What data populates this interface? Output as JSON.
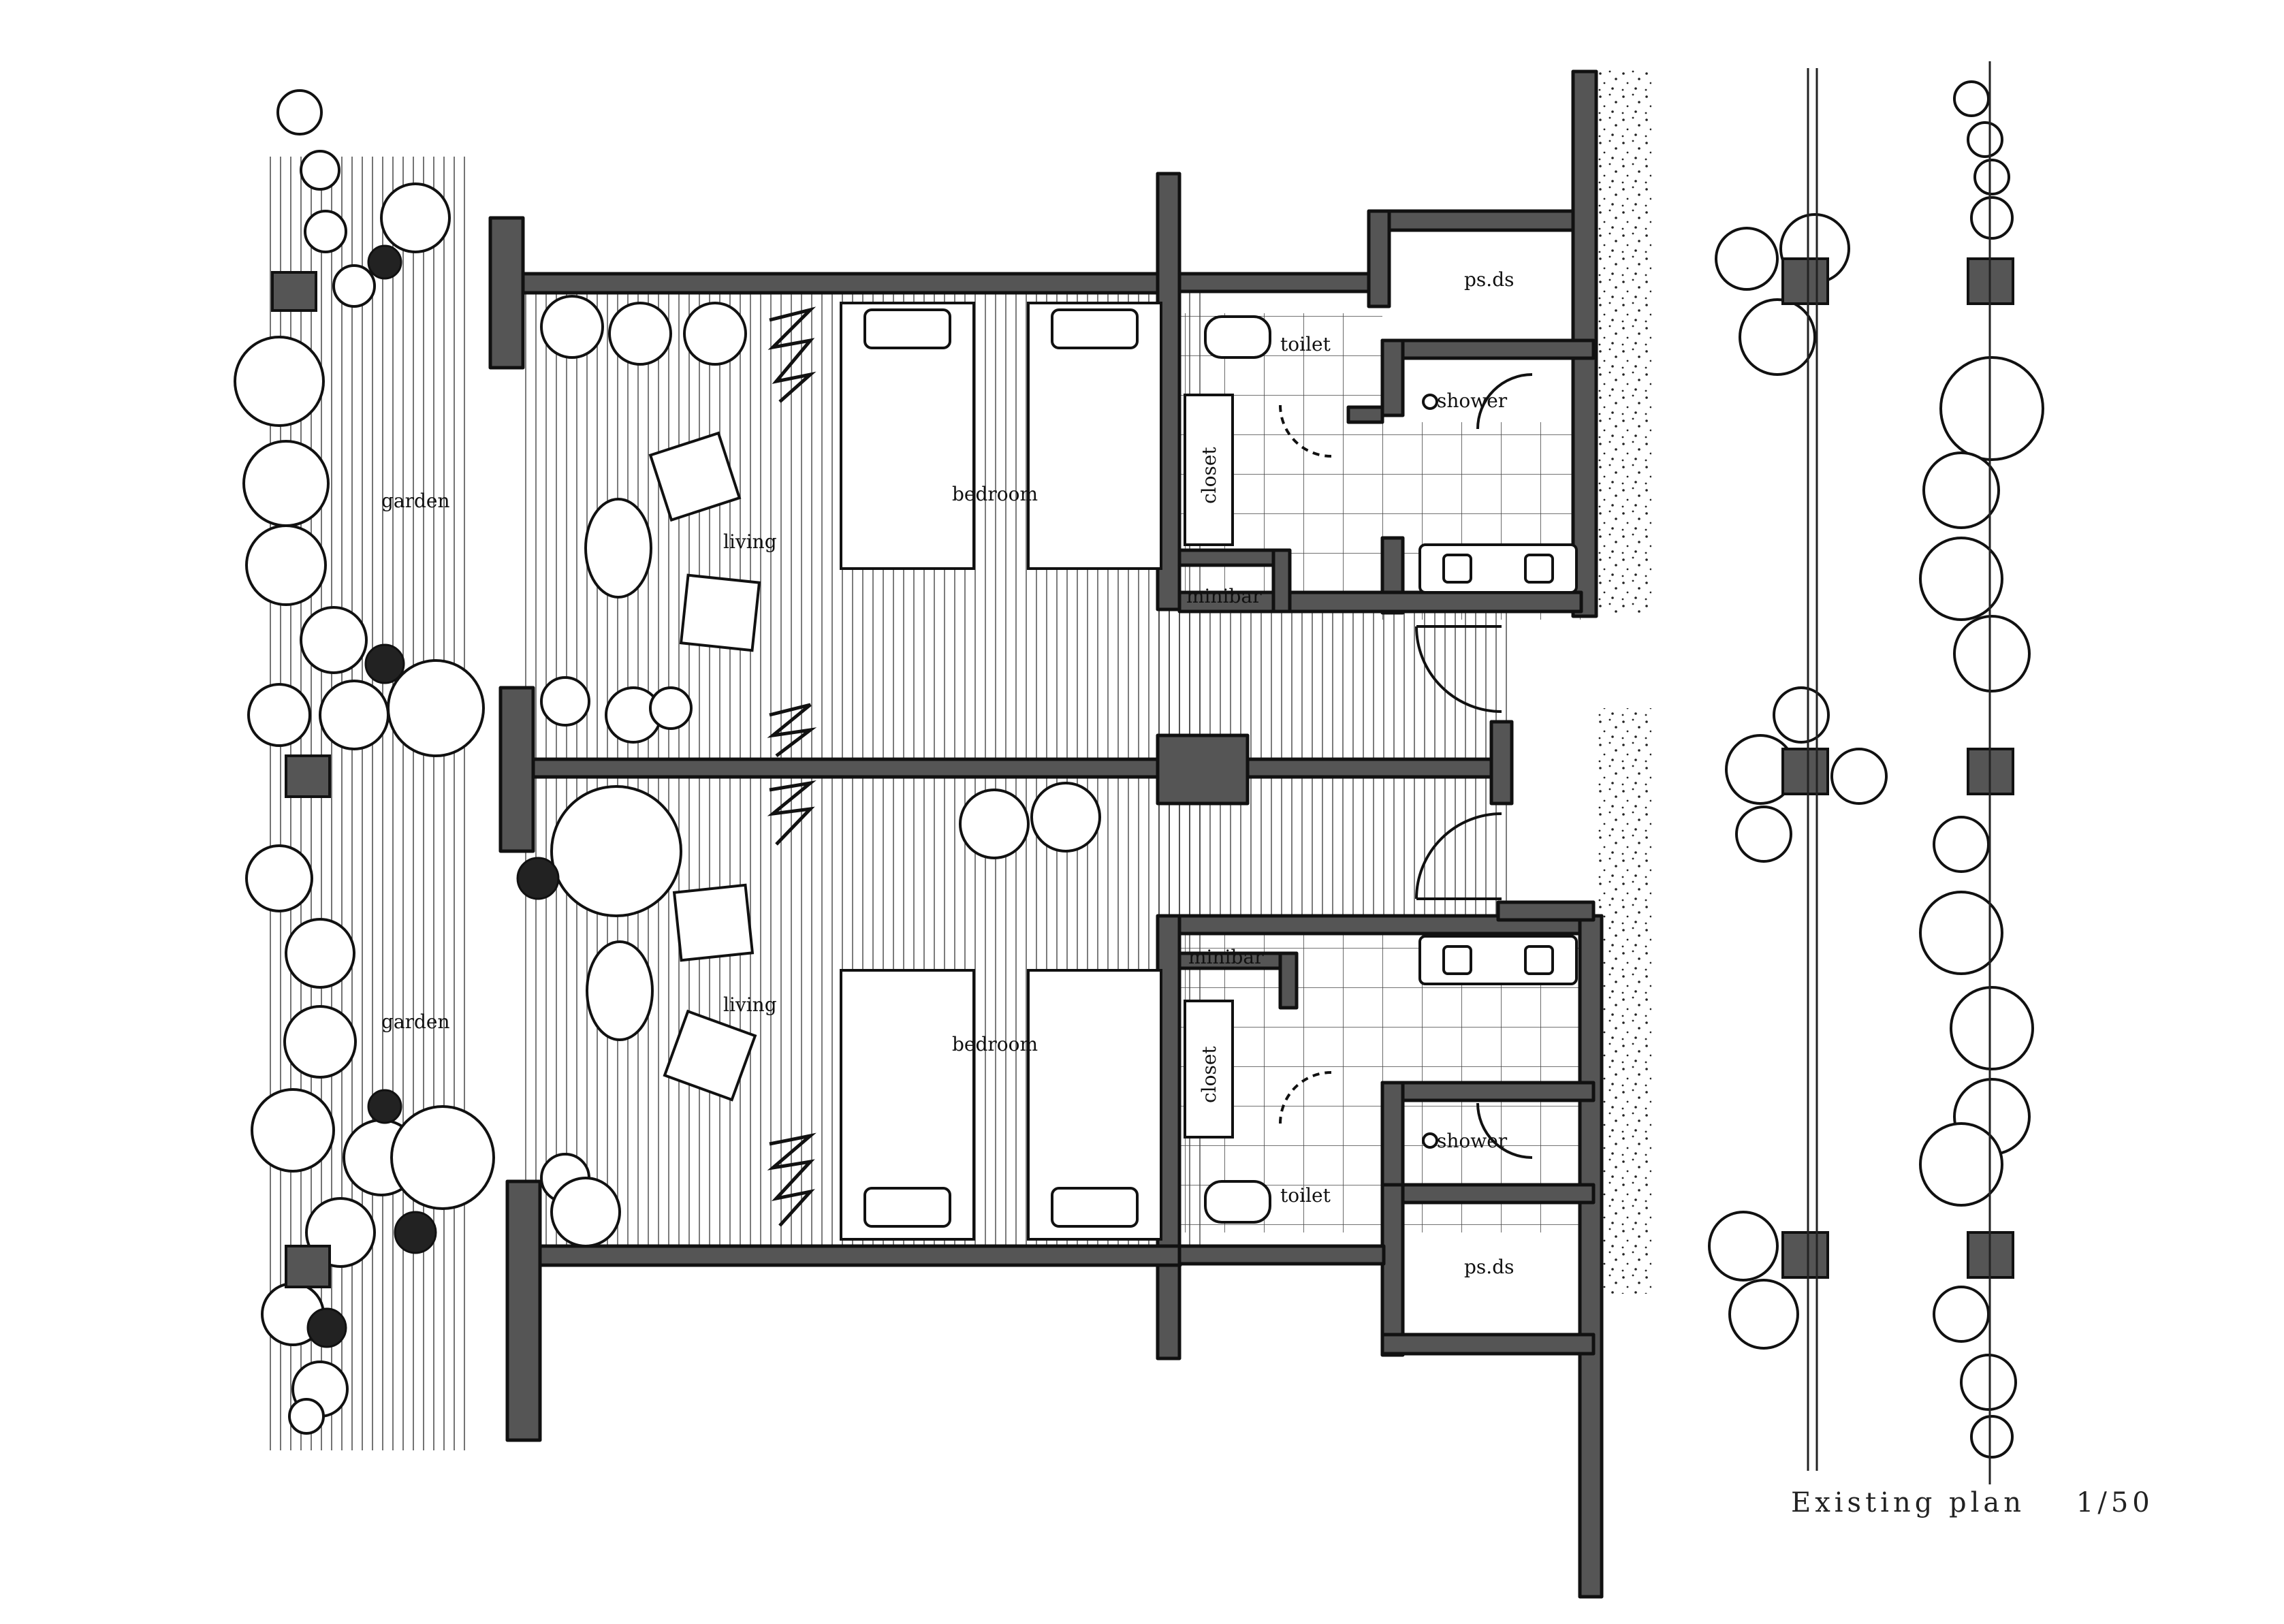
{
  "plan_title": "Existing plan",
  "scale": "1/50",
  "rooms": {
    "upper": {
      "garden": "garden",
      "living": "living",
      "bedroom": "bedroom",
      "closet": "closet",
      "minibar": "minibar",
      "toilet": "toilet",
      "shower": "shower",
      "psds": "ps.ds"
    },
    "lower": {
      "garden": "garden",
      "living": "living",
      "bedroom": "bedroom",
      "closet": "closet",
      "minibar": "minibar",
      "toilet": "toilet",
      "shower": "shower",
      "psds": "ps.ds"
    }
  }
}
